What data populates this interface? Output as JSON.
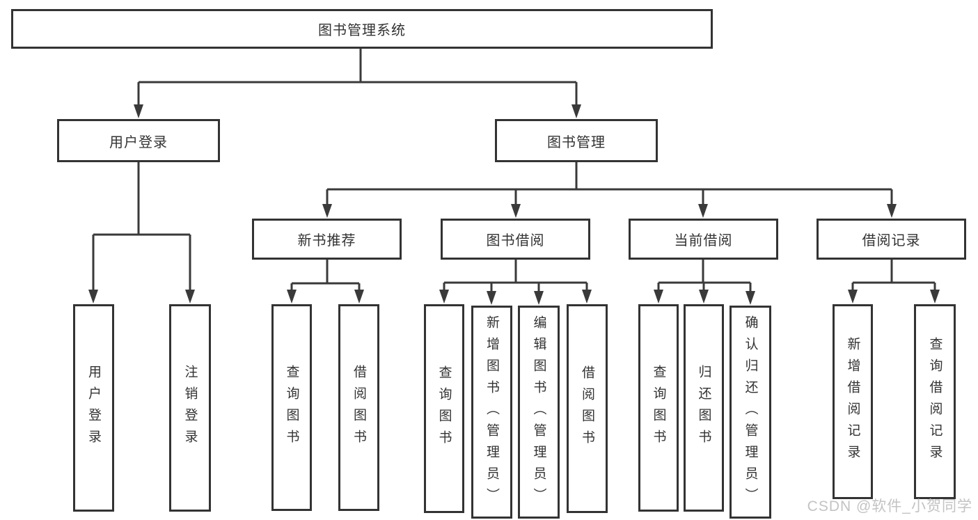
{
  "colors": {
    "line": "#3a3a3a",
    "box_border": "#333333",
    "text": "#333333",
    "watermark": "#c4c3c3",
    "background": "#ffffff"
  },
  "tree": {
    "label": "图书管理系统",
    "children": [
      {
        "label": "用户登录",
        "children": [
          {
            "label": "用户登录"
          },
          {
            "label": "注销登录"
          }
        ]
      },
      {
        "label": "图书管理",
        "children": [
          {
            "label": "新书推荐",
            "children": [
              {
                "label": "查询图书"
              },
              {
                "label": "借阅图书"
              }
            ]
          },
          {
            "label": "图书借阅",
            "children": [
              {
                "label": "查询图书"
              },
              {
                "label": "新增图书（管理员）"
              },
              {
                "label": "编辑图书（管理员）"
              },
              {
                "label": "借阅图书"
              }
            ]
          },
          {
            "label": "当前借阅",
            "children": [
              {
                "label": "查询图书"
              },
              {
                "label": "归还图书"
              },
              {
                "label": "确认归还（管理员）"
              }
            ]
          },
          {
            "label": "借阅记录",
            "children": [
              {
                "label": "新增借阅记录"
              },
              {
                "label": "查询借阅记录"
              }
            ]
          }
        ]
      }
    ]
  },
  "watermark": {
    "text": "CSDN @软件_小贺同学"
  }
}
